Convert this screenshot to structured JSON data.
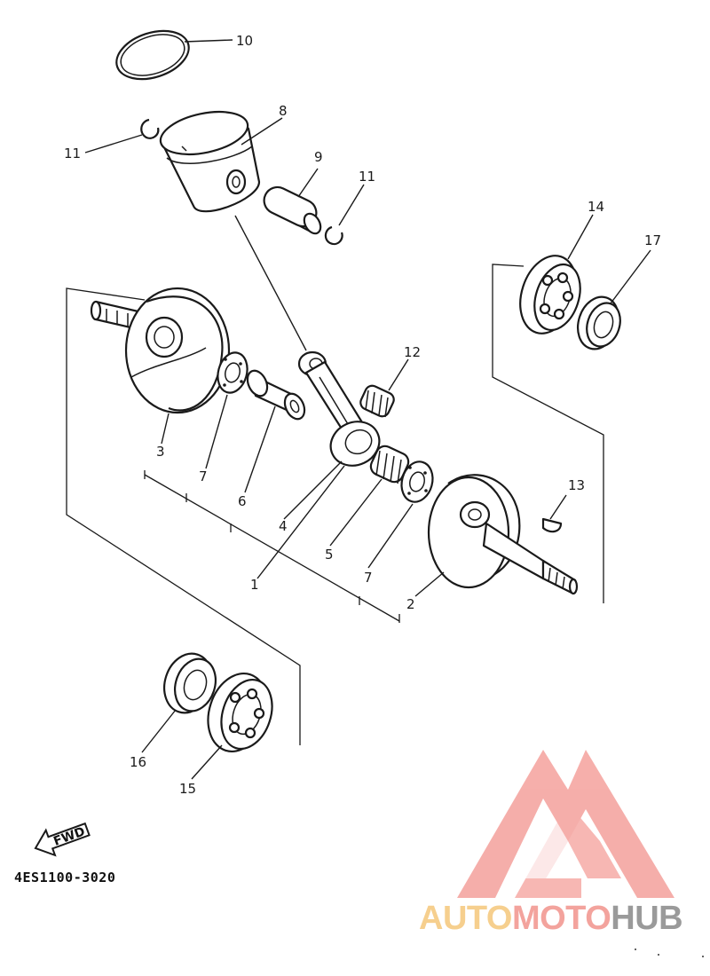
{
  "callouts": {
    "c1": "1",
    "c2": "2",
    "c3": "3",
    "c4": "4",
    "c5": "5",
    "c6": "6",
    "c7a": "7",
    "c7b": "7",
    "c8": "8",
    "c9": "9",
    "c10": "10",
    "c11a": "11",
    "c11b": "11",
    "c12": "12",
    "c13": "13",
    "c14": "14",
    "c15": "15",
    "c16": "16",
    "c17": "17"
  },
  "direction_label": "FWD",
  "diagram_code": "4ES1100-3020",
  "watermark": {
    "brand_part1": "AUTO",
    "brand_part2": "MOTO",
    "brand_part3": "HUB",
    "colors": {
      "auto": "#f6cf8e",
      "moto": "#f3a39d",
      "hub": "#9a9a9a",
      "logo": "#f4a19c"
    }
  }
}
